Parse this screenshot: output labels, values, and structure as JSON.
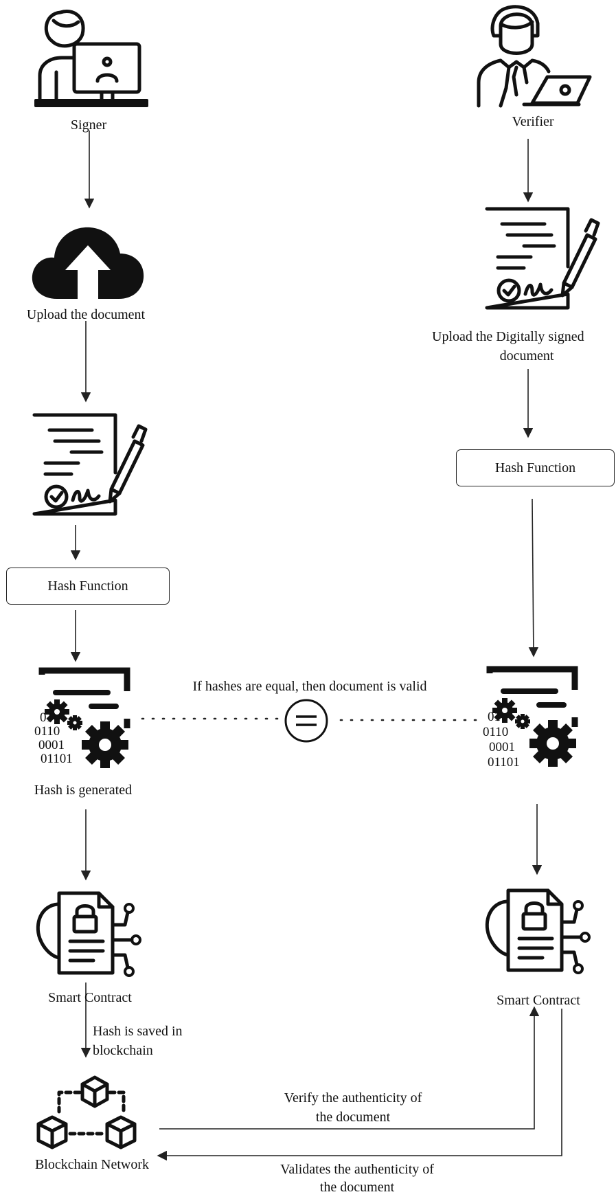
{
  "left": {
    "signer_label": "Signer",
    "upload_label": "Upload the document",
    "hash_function_label": "Hash Function",
    "hash_generated_label": "Hash is generated",
    "smart_contract_label": "Smart Contract",
    "saved_label_line1": "Hash is saved in",
    "saved_label_line2": "blockchain",
    "blockchain_label": "Blockchain Network",
    "binary": [
      "01",
      "0110",
      "0001",
      "01101"
    ]
  },
  "right": {
    "verifier_label": "Verifier",
    "upload_label_line1": "Upload the Digitally signed",
    "upload_label_line2": "document",
    "hash_function_label": "Hash Function",
    "smart_contract_label": "Smart Contract",
    "binary": [
      "01",
      "0110",
      "0001",
      "01101"
    ]
  },
  "middle": {
    "comparison_label": "If hashes are equal, then document is valid",
    "verify_line1": "Verify the authenticity of",
    "verify_line2": "the document",
    "validate_line1": "Validates the authenticity of",
    "validate_line2": "the document"
  },
  "icons": [
    "signer-icon",
    "cloud-upload-icon",
    "signed-document-icon",
    "hash-gears-icon",
    "smart-contract-icon",
    "blockchain-icon",
    "verifier-icon",
    "equals-icon"
  ]
}
